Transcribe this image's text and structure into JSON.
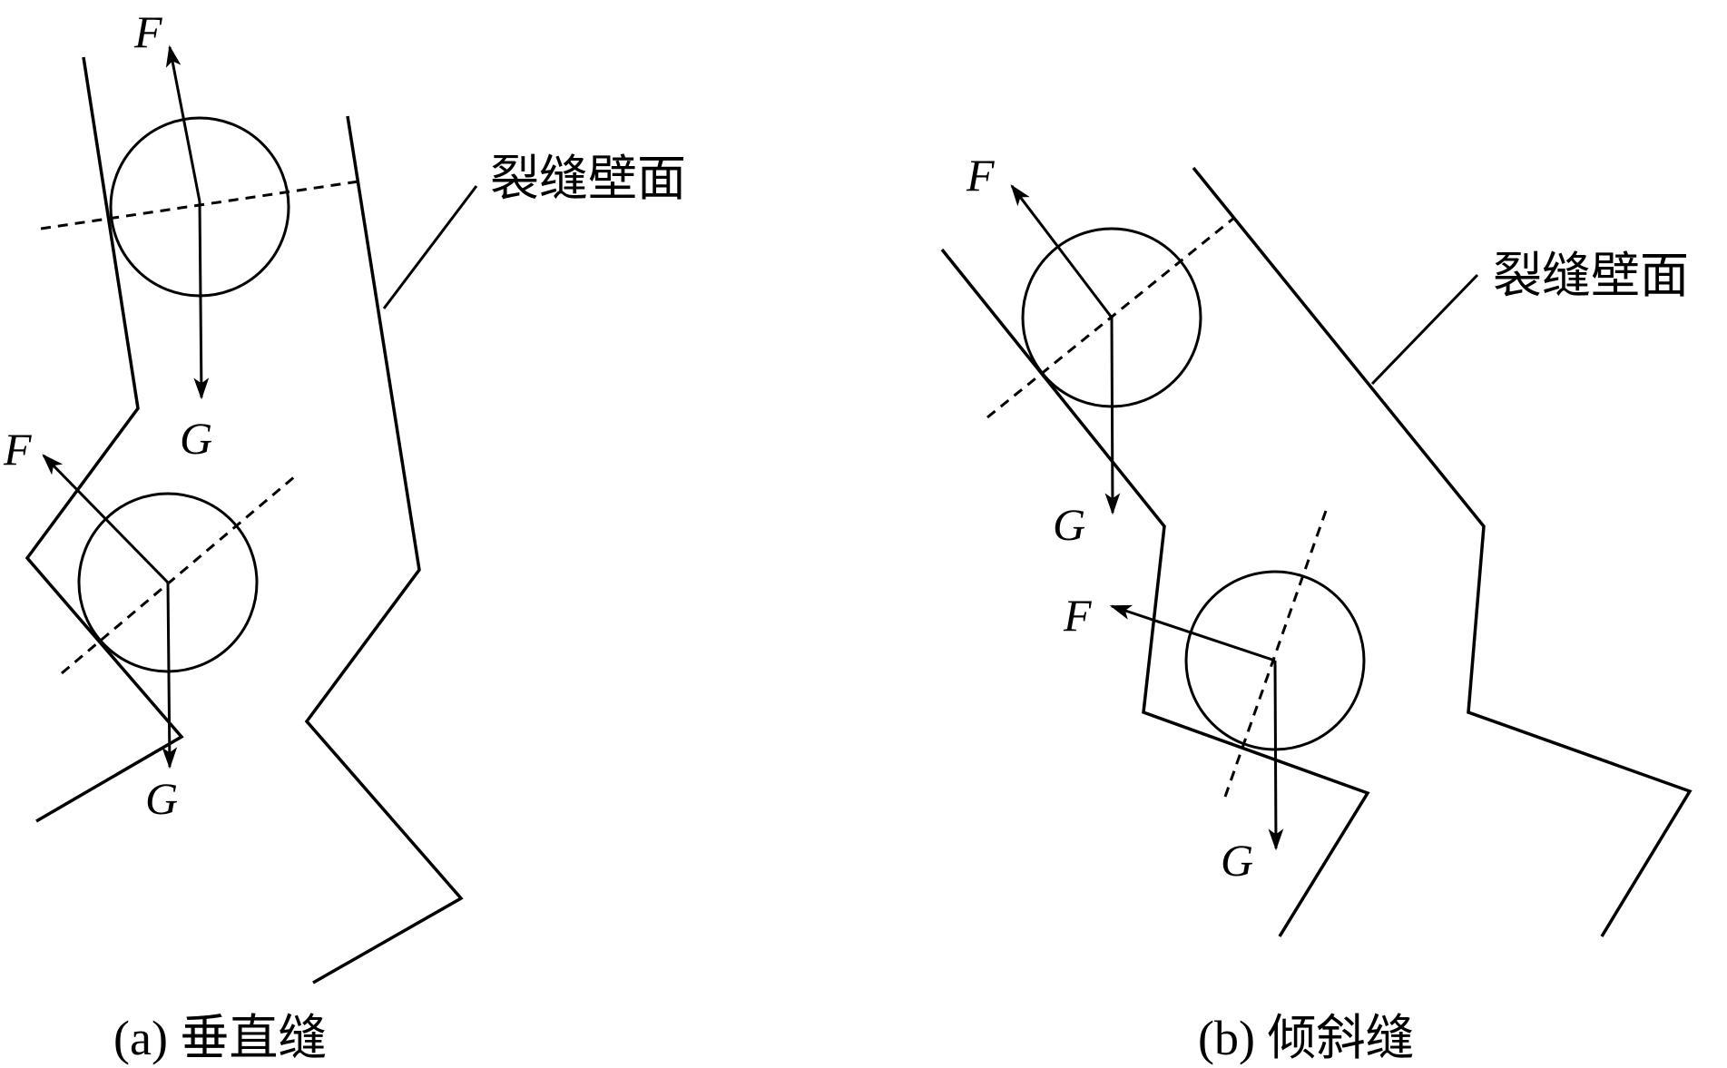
{
  "panels": [
    {
      "id": "a",
      "caption": "(a) 垂直缝",
      "wall_label": "裂缝壁面",
      "particles": [
        {
          "force_label": "F",
          "gravity_label": "G"
        },
        {
          "force_label": "F",
          "gravity_label": "G"
        }
      ]
    },
    {
      "id": "b",
      "caption": "(b) 倾斜缝",
      "wall_label": "裂缝壁面",
      "particles": [
        {
          "force_label": "F",
          "gravity_label": "G"
        },
        {
          "force_label": "F",
          "gravity_label": "G"
        }
      ]
    }
  ]
}
